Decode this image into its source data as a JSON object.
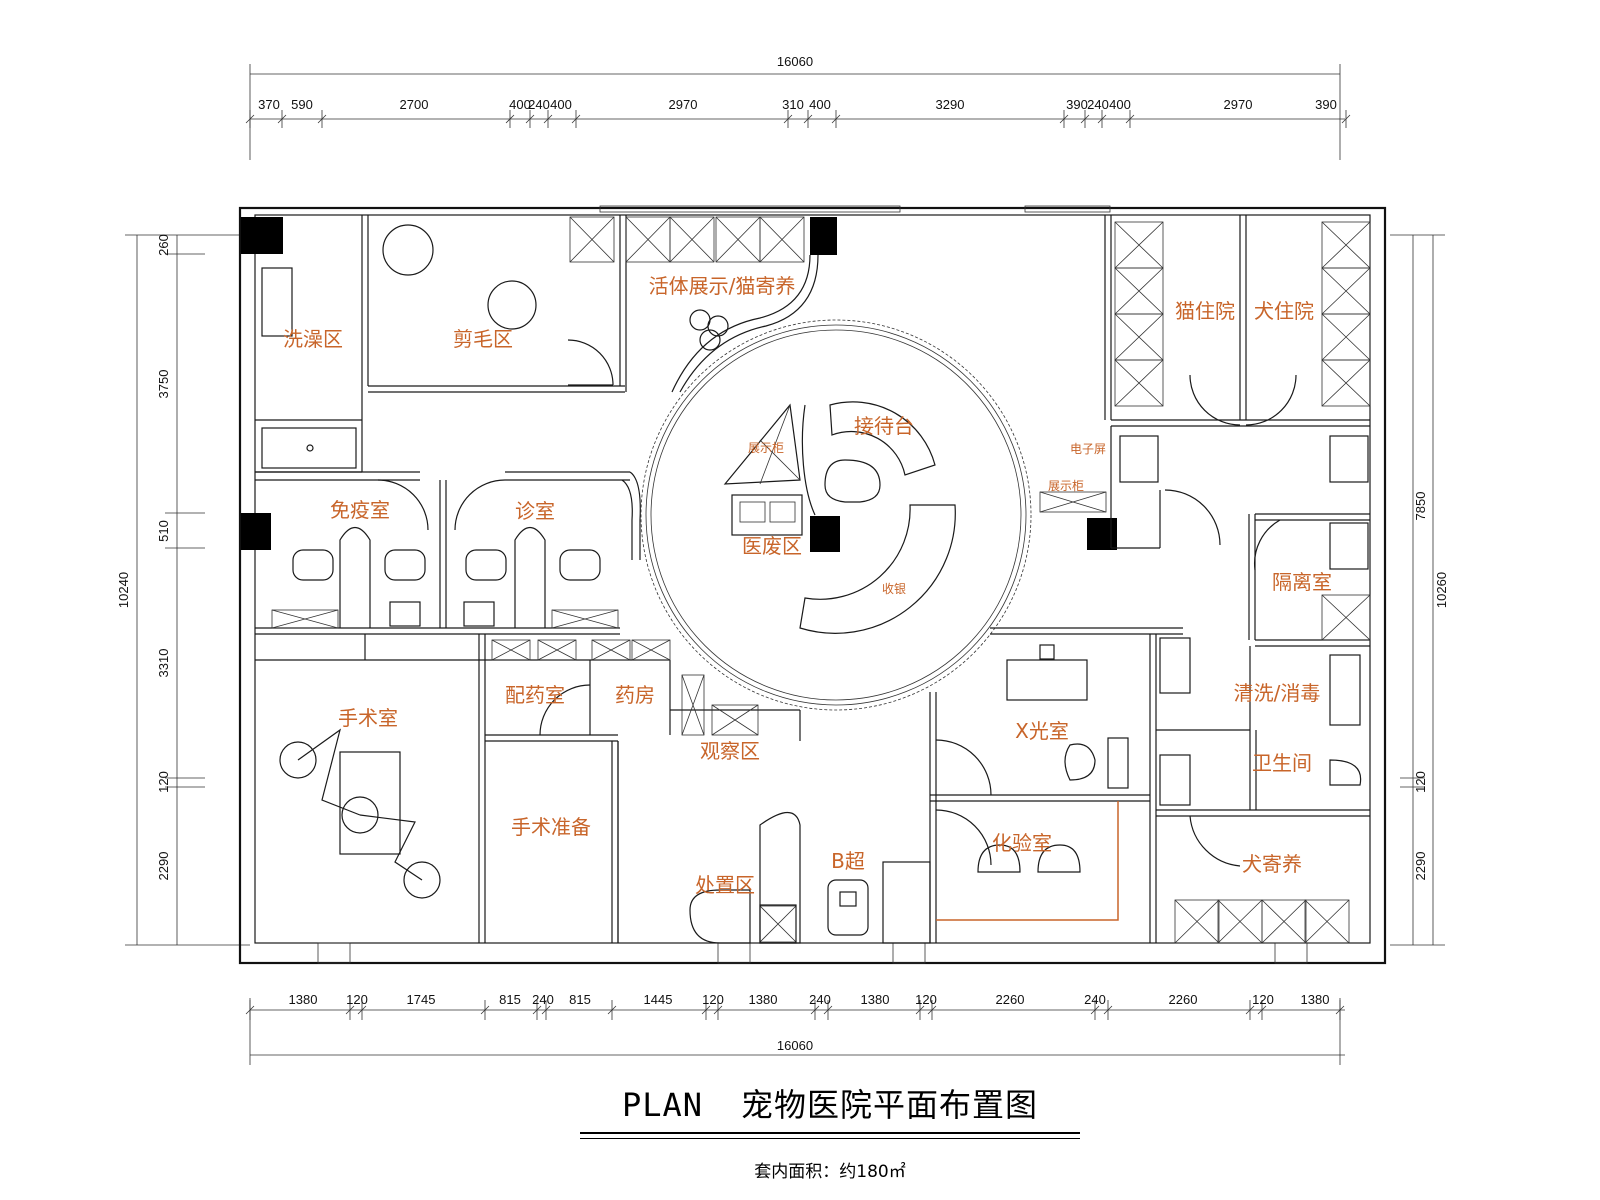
{
  "title": {
    "en": "PLAN",
    "cn": "宠物医院平面布置图"
  },
  "area_note": "套内面积：约180㎡",
  "dimensions": {
    "top_total": "16060",
    "top_segments": [
      "370",
      "590",
      "2700",
      "400",
      "240",
      "400",
      "2970",
      "310",
      "400",
      "3290",
      "390",
      "240",
      "400",
      "2970",
      "390"
    ],
    "bottom_segments": [
      "1380",
      "120",
      "1745",
      "815",
      "240",
      "815",
      "1445",
      "120",
      "1380",
      "240",
      "1380",
      "120",
      "2260",
      "240",
      "2260",
      "120",
      "1380"
    ],
    "bottom_total": "16060",
    "left_total": "10240",
    "left_segments": [
      "260",
      "3750",
      "510",
      "3310",
      "120",
      "2290"
    ],
    "right_total": "10260",
    "right_upper": "7850",
    "right_segments": [
      "120",
      "2290"
    ]
  },
  "rooms": {
    "bath": "洗澡区",
    "grooming": "剪毛区",
    "display": "活体展示/猫寄养",
    "cat_ward": "猫住院",
    "dog_ward": "犬住院",
    "reception": "接待台",
    "showcase": "展示柜",
    "e_screen": "电子屏",
    "display_cab": "展示柜",
    "vaccine": "免疫室",
    "clinic": "诊室",
    "medical_waste": "医废区",
    "cashier": "收银",
    "isolation": "隔离室",
    "surgery": "手术室",
    "pharmacy": "配药室",
    "drug_store": "药房",
    "xray": "X光室",
    "cleaning": "清洗/消毒",
    "toilet": "卫生间",
    "observation": "观察区",
    "surgery_prep": "手术准备",
    "ultrasound": "B超",
    "treatment": "处置区",
    "lab": "化验室",
    "dog_boarding": "犬寄养"
  }
}
